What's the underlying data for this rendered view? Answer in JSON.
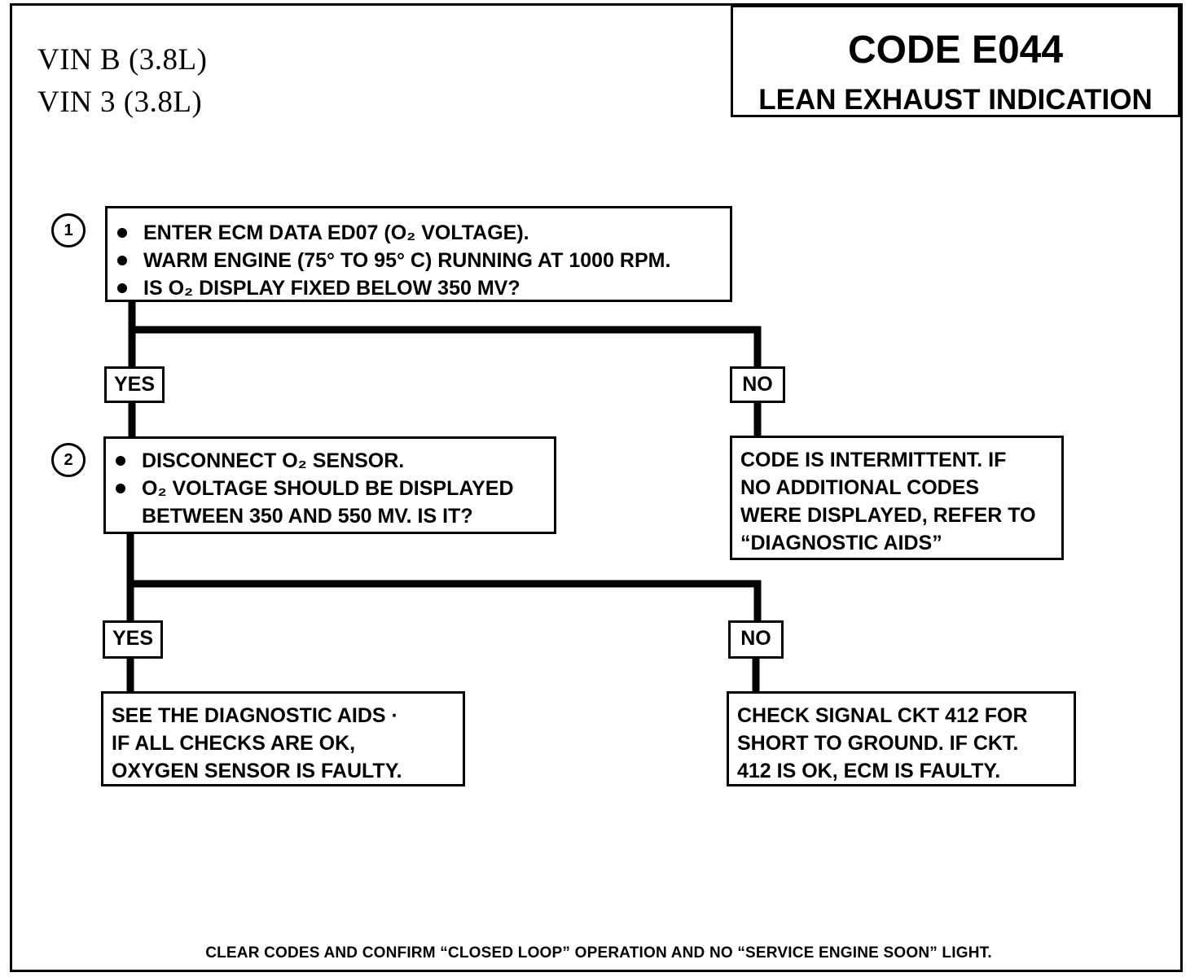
{
  "header": {
    "vin_lines": [
      "VIN  B  (3.8L)",
      "VIN  3  (3.8L)"
    ],
    "code_title": "CODE E044",
    "code_subtitle": "LEAN EXHAUST INDICATION"
  },
  "steps": [
    {
      "number": "1",
      "bullets": [
        "ENTER ECM DATA ED07 (O₂ VOLTAGE).",
        "WARM ENGINE (75° TO 95° C) RUNNING AT 1000 RPM.",
        "IS O₂ DISPLAY FIXED BELOW 350 MV?"
      ],
      "yes_label": "YES",
      "no_label": "NO",
      "no_result": [
        "CODE IS INTERMITTENT. IF",
        "NO ADDITIONAL CODES",
        "WERE DISPLAYED, REFER TO",
        "“DIAGNOSTIC AIDS”"
      ]
    },
    {
      "number": "2",
      "bullets": [
        "DISCONNECT O₂ SENSOR.",
        "O₂ VOLTAGE SHOULD BE DISPLAYED"
      ],
      "continuation": "BETWEEN 350 AND 550 MV.  IS IT?",
      "yes_label": "YES",
      "no_label": "NO",
      "yes_result": [
        "SEE THE DIAGNOSTIC AIDS ·",
        "IF ALL CHECKS ARE OK,",
        "OXYGEN SENSOR IS FAULTY."
      ],
      "no_result": [
        "CHECK SIGNAL CKT 412 FOR",
        "SHORT TO GROUND.  IF CKT.",
        "412 IS OK, ECM  IS FAULTY."
      ]
    }
  ],
  "footer": "CLEAR CODES AND CONFIRM “CLOSED LOOP” OPERATION AND NO “SERVICE ENGINE SOON” LIGHT."
}
